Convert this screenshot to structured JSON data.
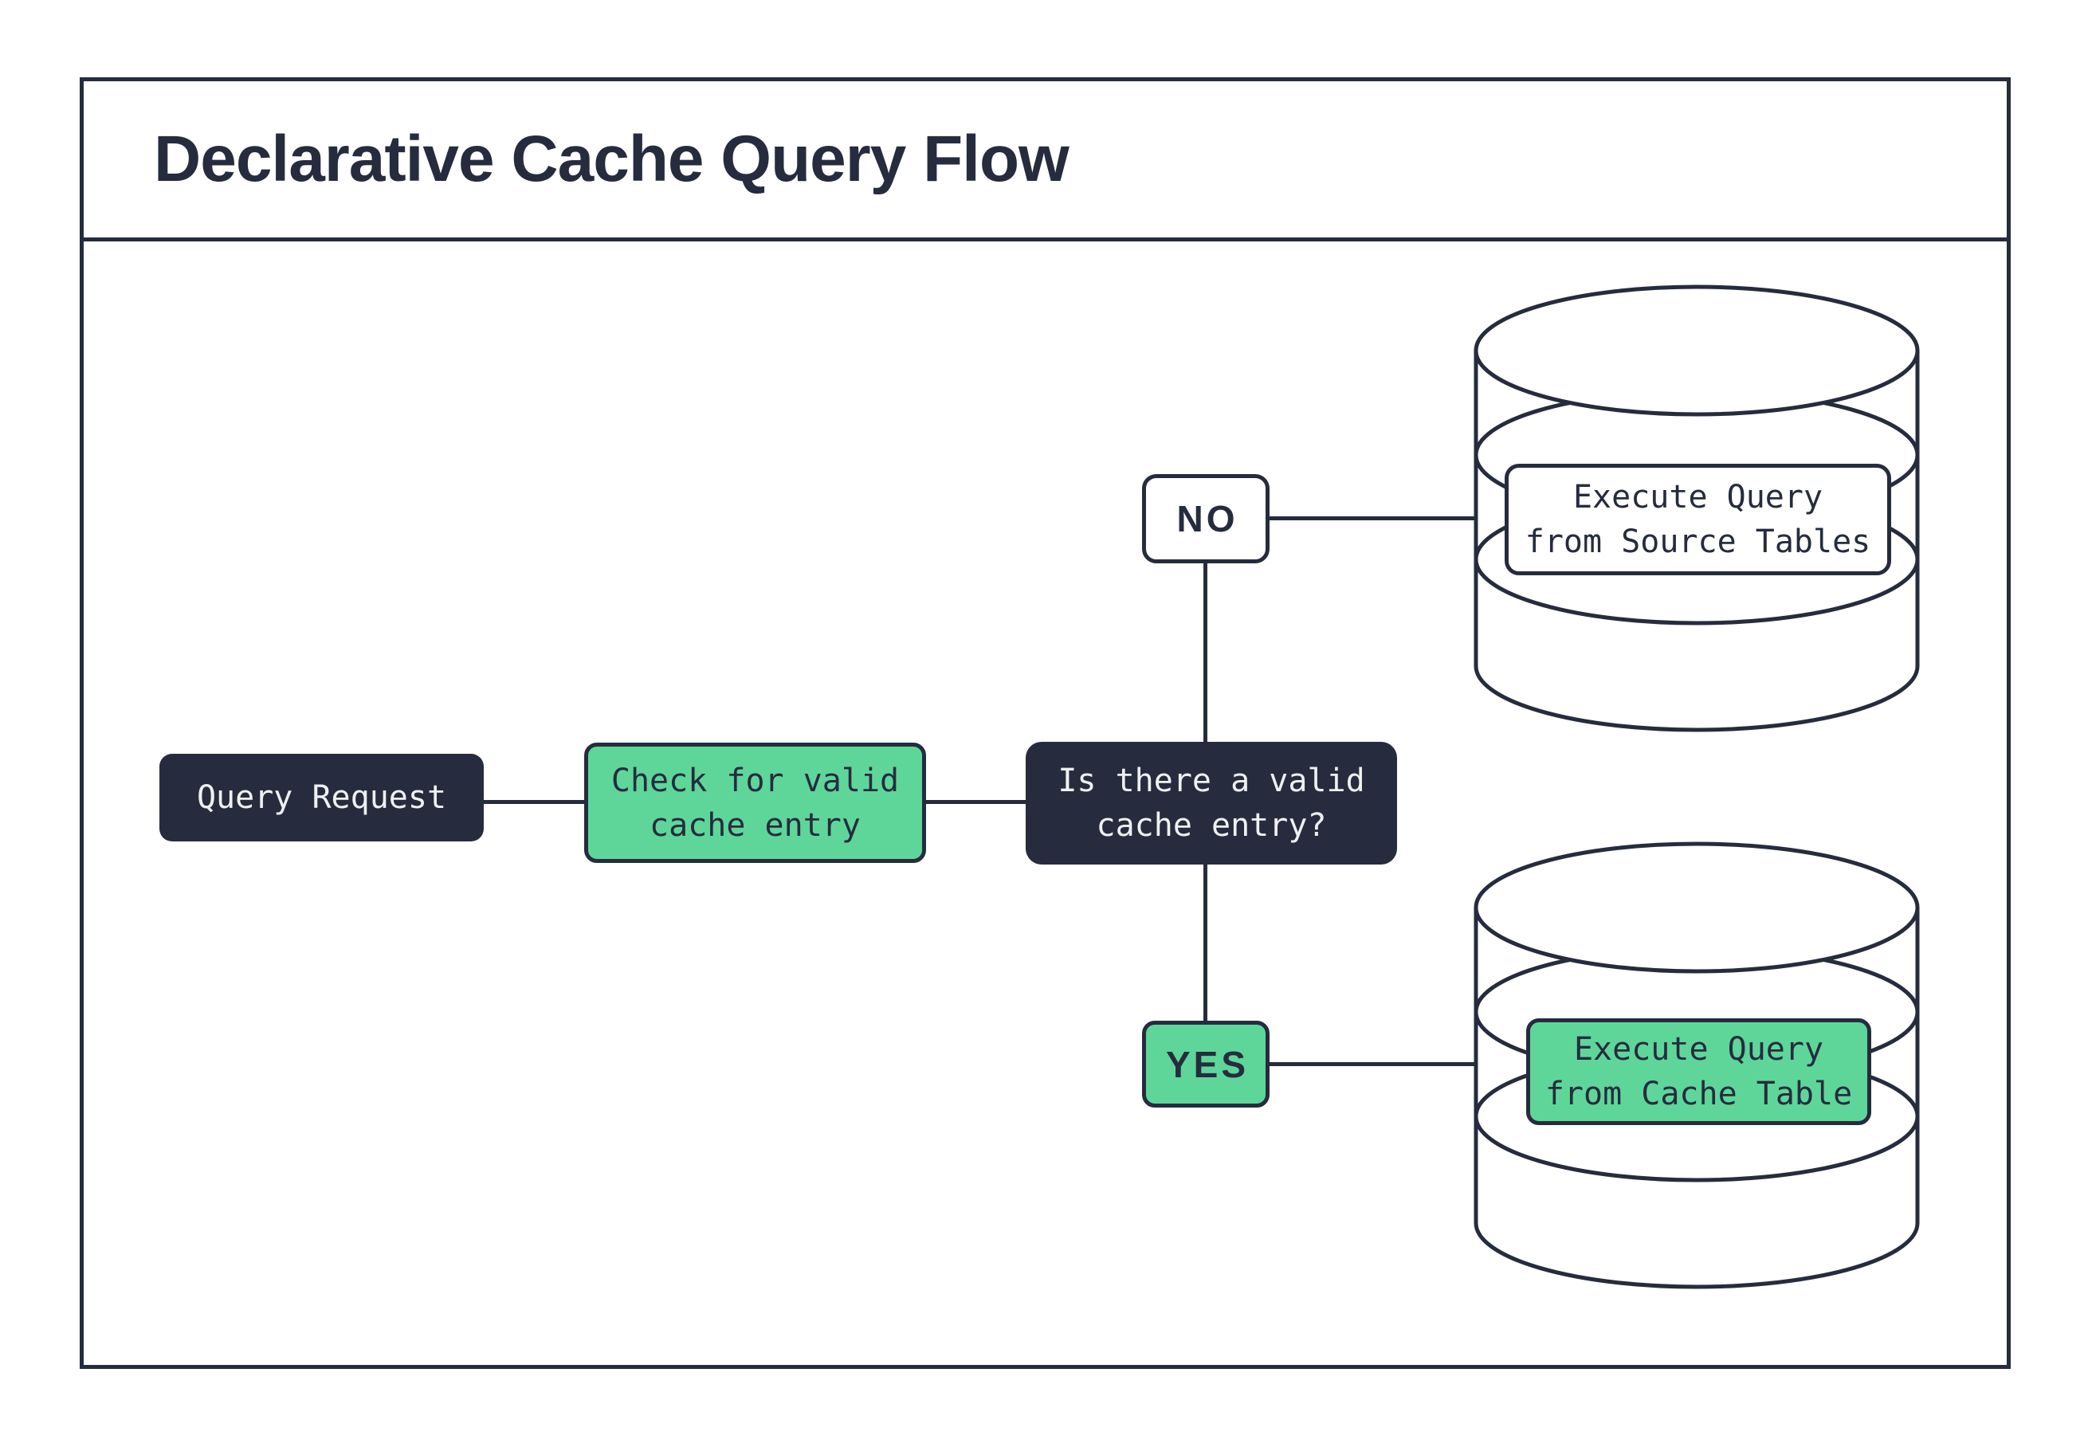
{
  "title": "Declarative Cache Query Flow",
  "colors": {
    "ink": "#262c3e",
    "accent_green": "#5ed69a",
    "paper": "#ffffff",
    "text_on_dark": "#eef0f2"
  },
  "flow": {
    "query_request": {
      "label": "Query Request"
    },
    "check_cache": {
      "line1": "Check for valid",
      "line2": "cache entry"
    },
    "decision": {
      "line1": "Is there a valid",
      "line2": "cache entry?"
    },
    "edge_no": {
      "label": "NO"
    },
    "edge_yes": {
      "label": "YES"
    },
    "source_db": {
      "line1": "Execute Query",
      "line2": "from Source Tables"
    },
    "cache_db": {
      "line1": "Execute Query",
      "line2": "from Cache Table"
    }
  }
}
